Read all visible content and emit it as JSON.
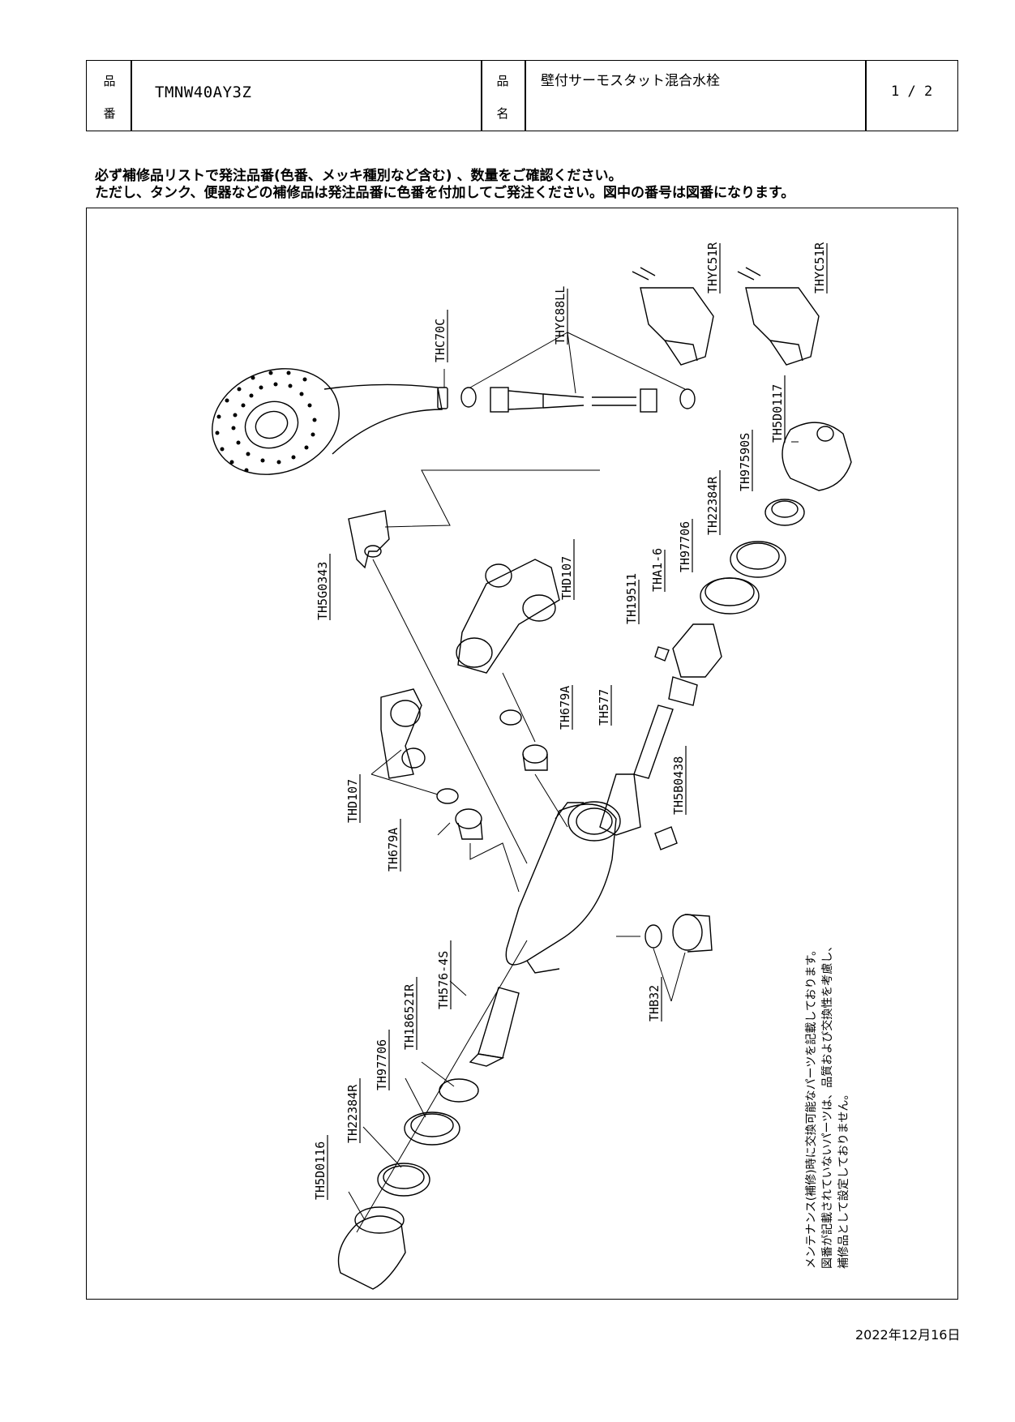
{
  "header": {
    "code_label_1": "品",
    "code_label_2": "番",
    "product_code": "TMNW40AY3Z",
    "name_label_1": "品",
    "name_label_2": "名",
    "product_name": "壁付サーモスタット混合水栓",
    "page": "1 / 2"
  },
  "notice": {
    "line1": "必ず補修品リストで発注品番(色番、メッキ種別など含む) 、数量をご確認ください。",
    "line2": "ただし、タンク、便器などの補修品は発注品番に色番を付加してご発注ください。図中の番号は図番になります。"
  },
  "parts": {
    "THYC51R_a": "THYC51R",
    "THYC51R_b": "THYC51R",
    "THYC88LL": "THYC88LL",
    "THC70C": "THC70C",
    "TH5D0117": "TH5D0117",
    "TH97590S": "TH97590S",
    "TH22384R_top": "TH22384R",
    "TH97706_top": "TH97706",
    "THA1_6": "THA1-6",
    "TH19511": "TH19511",
    "THD107_top": "THD107",
    "TH5G0343": "TH5G0343",
    "TH679A_top": "TH679A",
    "TH577": "TH577",
    "TH5B0438": "TH5B0438",
    "THD107_left": "THD107",
    "TH679A_left": "TH679A",
    "THB32": "THB32",
    "TH576_4S": "TH576-4S",
    "TH18652IR": "TH18652IR",
    "TH97706_bottom": "TH97706",
    "TH22384R_bottom": "TH22384R",
    "TH5D0116": "TH5D0116"
  },
  "note": {
    "line1": "メンテナンス(補修)時に交換可能なパーツを記載しております。",
    "line2": "図番が記載されていないパーツは、品質および交換性を考慮し、",
    "line3": "補修品として設定しておりません。"
  },
  "date": "2022年12月16日"
}
